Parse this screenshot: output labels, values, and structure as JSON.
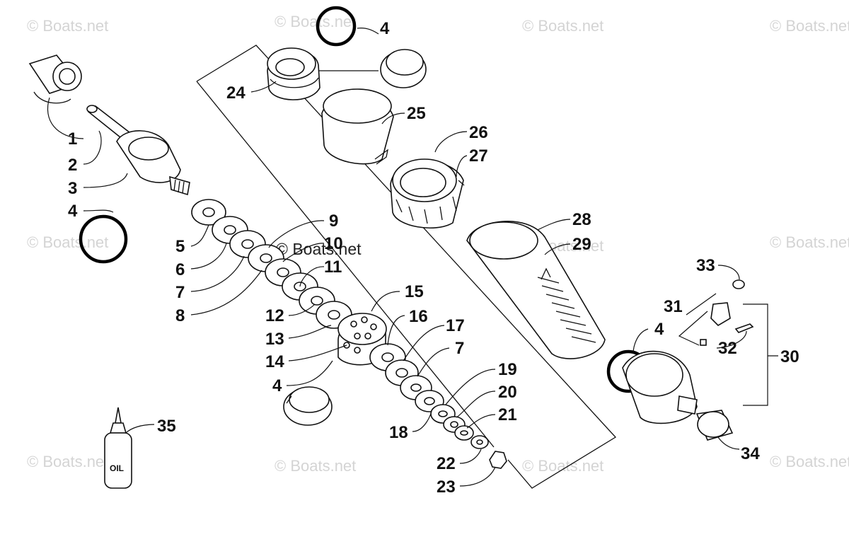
{
  "watermarks": {
    "text": "© Boats.net",
    "center_text": "© Boats.net"
  },
  "labels": {
    "p1": "1",
    "p2": "2",
    "p3": "3",
    "p4a": "4",
    "p4b": "4",
    "p4c": "4",
    "p4d": "4",
    "p5": "5",
    "p6": "6",
    "p7a": "7",
    "p7b": "7",
    "p8": "8",
    "p9": "9",
    "p10": "10",
    "p11": "11",
    "p12": "12",
    "p13": "13",
    "p14": "14",
    "p15": "15",
    "p16": "16",
    "p17": "17",
    "p18": "18",
    "p19": "19",
    "p20": "20",
    "p21": "21",
    "p22": "22",
    "p23": "23",
    "p24": "24",
    "p25": "25",
    "p26": "26",
    "p27": "27",
    "p28": "28",
    "p29": "29",
    "p30": "30",
    "p31": "31",
    "p32": "32",
    "p33": "33",
    "p34": "34",
    "p35": "35"
  },
  "oil_bottle_text": "OIL",
  "colors": {
    "line": "#111111",
    "highlight_ring": "#000000",
    "watermark": "#d4d4d4"
  }
}
